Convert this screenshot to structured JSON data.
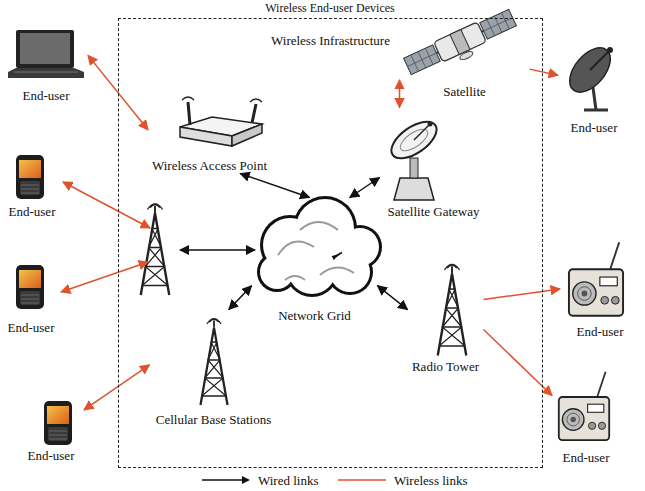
{
  "diagram": {
    "title": "Wireless End-user Devices",
    "nodes": [
      {
        "text": [
          "End-user"
        ]
      },
      {
        "text": [
          "Wireless Infrastructure"
        ]
      },
      {
        "text": [
          "Wireless Access Point"
        ],
        "in": 1
      },
      {
        "text": [
          "Satellite"
        ],
        "in": 1
      },
      {
        "text": [
          "Satellite Gateway"
        ],
        "in": 1
      },
      {
        "text": [
          "Network Grid"
        ],
        "in": 1
      },
      {
        "text": [
          "Radio Tower"
        ],
        "in": 1
      },
      {
        "text": [
          "Cellular Base Stations"
        ],
        "in": 1
      },
      {
        "text": [
          "End-user"
        ]
      },
      {
        "text": [
          "End-user"
        ]
      },
      {
        "text": [
          "End-user"
        ]
      },
      {
        "text": [
          "End-user"
        ]
      },
      {
        "text": [
          "End-user"
        ]
      },
      {
        "text": [
          "End-user"
        ]
      }
    ],
    "edges": [
      {
        "from": 2,
        "to": 0,
        "arrow": "both"
      },
      {
        "from": 3,
        "to": 8,
        "arrow": "to"
      },
      {
        "from": 3,
        "to": 4,
        "arrow": "both"
      },
      {
        "from": 2,
        "to": 5,
        "arrow": "both"
      },
      {
        "from": 4,
        "to": 5,
        "arrow": "both"
      },
      {
        "from": 5,
        "to": 6,
        "arrow": "both"
      },
      {
        "from": 5,
        "to": 7,
        "arrow": "both"
      },
      {
        "from": 7,
        "to": 13,
        "arrow": "both"
      },
      {
        "from": 6,
        "to": 11,
        "arrow": "to"
      },
      {
        "from": 6,
        "to": 12,
        "arrow": "to"
      }
    ],
    "legend": [
      {
        "text": "Wired links"
      },
      {
        "text": "Wireless links"
      }
    ]
  }
}
